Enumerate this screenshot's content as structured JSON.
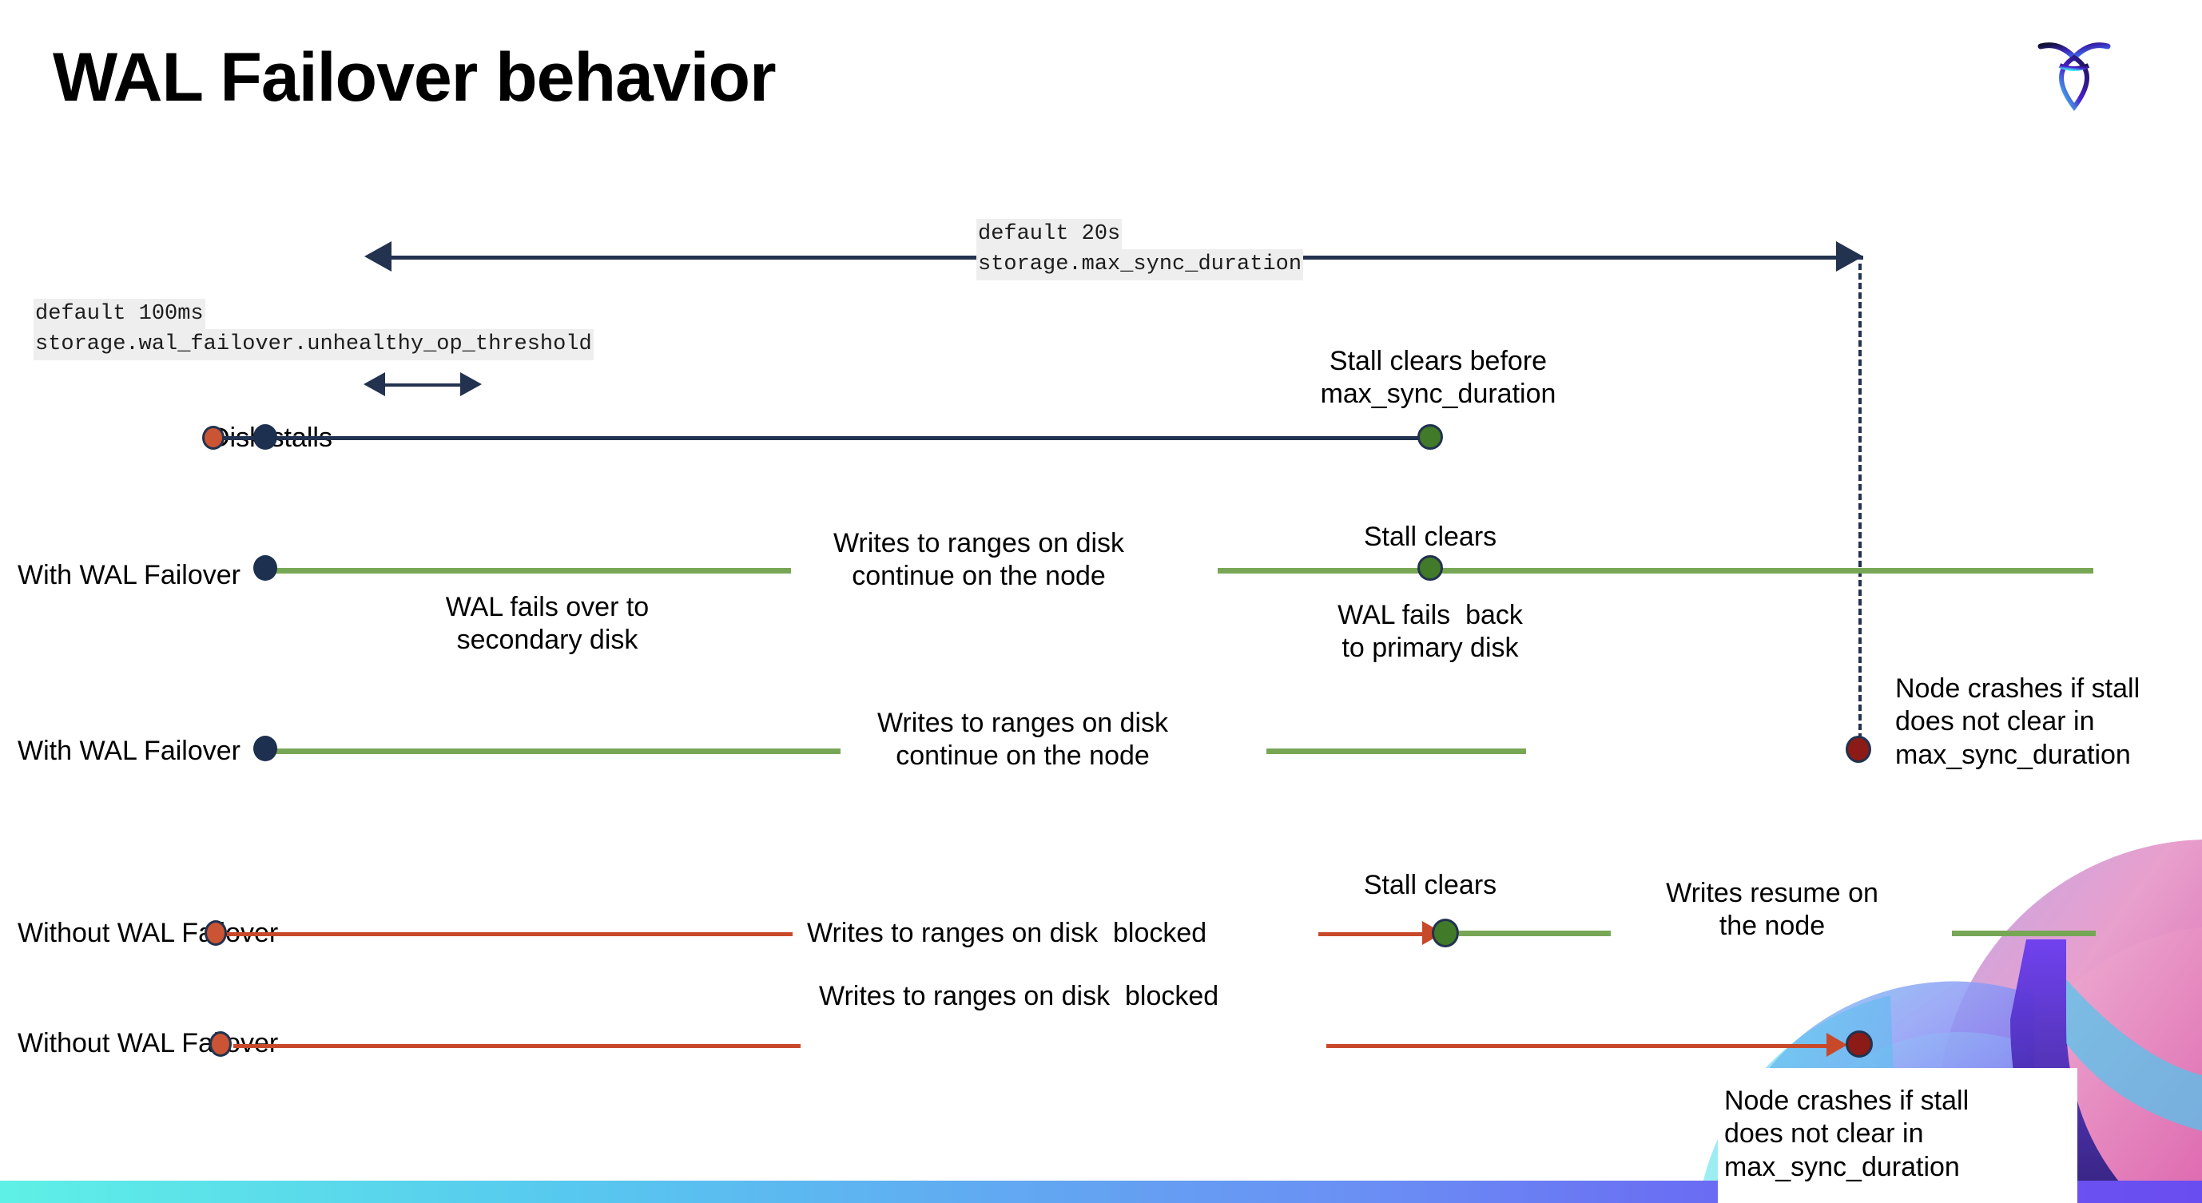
{
  "slide": {
    "title": "WAL Failover behavior",
    "logo_name": "cockroachdb-logo"
  },
  "settings": {
    "max_sync_duration": {
      "default_line": "default 20s",
      "name_line": "storage.max_sync_duration"
    },
    "unhealthy_op_threshold": {
      "default_line": "default 100ms",
      "name_line": "storage.wal_failover.unhealthy_op_threshold"
    }
  },
  "rows": [
    {
      "key": "disk-stalls",
      "label": "Disk stalls",
      "annotations": [
        "Stall clears before\nmax_sync_duration"
      ]
    },
    {
      "key": "with-wal-failover-1",
      "label": "With WAL Failover",
      "annotations": [
        "WAL fails over to\nsecondary disk",
        "Writes to ranges on disk\ncontinue on the node",
        "Stall clears",
        "WAL fails  back\nto primary disk"
      ]
    },
    {
      "key": "with-wal-failover-2",
      "label": "With WAL Failover",
      "annotations": [
        "Writes to ranges on disk\ncontinue on the node",
        "Node crashes if stall\ndoes not clear in\nmax_sync_duration"
      ]
    },
    {
      "key": "without-wal-failover-1",
      "label": "Without WAL Failover",
      "annotations": [
        "Writes to ranges on disk  blocked",
        "Stall clears",
        "Writes resume on\nthe node"
      ]
    },
    {
      "key": "without-wal-failover-2",
      "label": "Without WAL Failover",
      "annotations": [
        "Writes to ranges on disk  blocked",
        "Node crashes if stall\ndoes not clear in\nmax_sync_duration"
      ]
    }
  ],
  "labels": {
    "disk_stalls": "Disk stalls",
    "with_wal_failover_a": "With WAL Failover",
    "with_wal_failover_b": "With WAL Failover",
    "without_wal_failover_a": "Without WAL Failover",
    "without_wal_failover_b": "Without WAL Failover",
    "stall_clears_before_msd": "Stall clears before\nmax_sync_duration",
    "stall_clears_1": "Stall clears",
    "stall_clears_2": "Stall clears",
    "wal_fails_over": "WAL fails over to\nsecondary disk",
    "wal_fails_back": "WAL fails  back\nto primary disk",
    "writes_continue_1": "Writes to ranges on disk\ncontinue on the node",
    "writes_continue_2": "Writes to ranges on disk\ncontinue on the node",
    "writes_blocked_1": "Writes to ranges on disk  blocked",
    "writes_blocked_2": "Writes to ranges on disk  blocked",
    "writes_resume": "Writes resume on\nthe node",
    "node_crashes_1": "Node crashes if stall\ndoes not clear in\nmax_sync_duration",
    "node_crashes_2": "Node crashes if stall\ndoes not clear in\nmax_sync_duration"
  },
  "colors": {
    "navy": "#22324f",
    "green_line": "#77a755",
    "green_dot": "#417a29",
    "orange": "#c8492a",
    "orange_dot": "#ca5433",
    "red_dot": "#8c1a16",
    "code_bg": "#eeeeee",
    "text": "#000000"
  }
}
